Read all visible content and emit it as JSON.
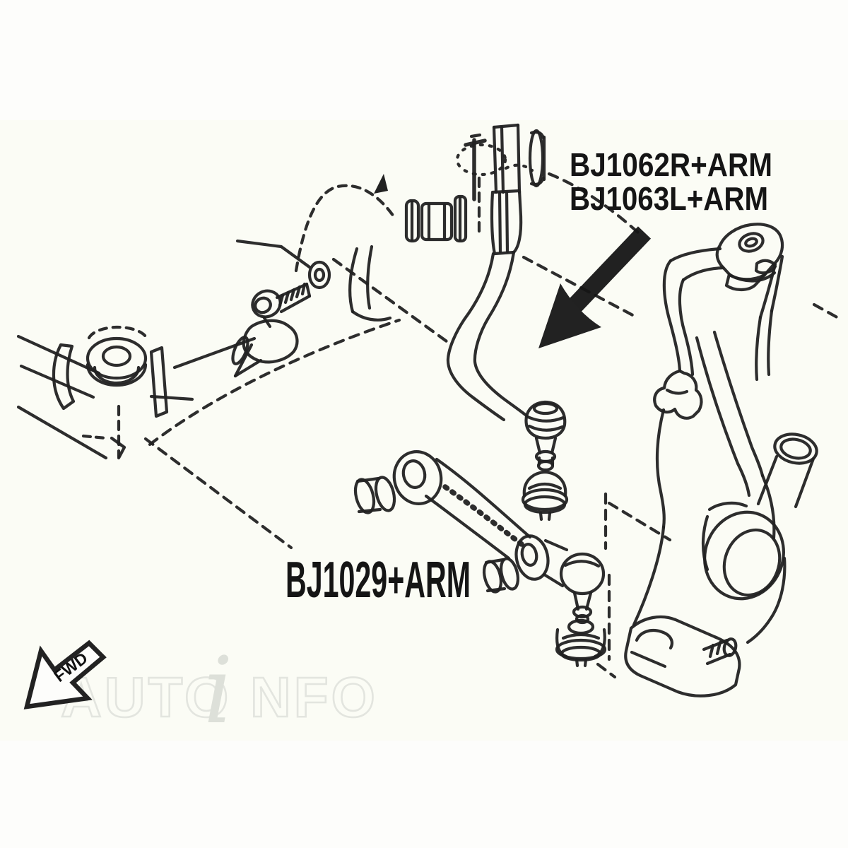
{
  "title": "Front suspension control arm parts diagram",
  "labels": {
    "upper_arm_line1": "BJ1062R+ARM",
    "upper_arm_line2": "BJ1063L+ARM",
    "lower_arm": "BJ1029+ARM"
  },
  "fwd_indicator": "FWD",
  "watermark": {
    "part1": "AUTO",
    "part2": "i",
    "part3": "NFO"
  },
  "icons": {
    "callout_arrow": "large solid arrow pointing to upper control arm",
    "fwd_arrow": "outlined FWD direction arrow pointing lower-left",
    "direction_tick": "small solid arrowhead on dashed frame arc"
  },
  "colors": {
    "line": "#222222",
    "arrow_fill": "#151515",
    "background": "#fdfdfb",
    "panel_tint": "#fbfcf5",
    "watermark_outline": "#e3e5df",
    "watermark_italic_i": "#dde0d9",
    "label_text": "#151515"
  }
}
